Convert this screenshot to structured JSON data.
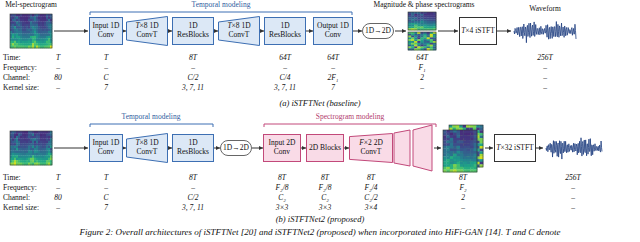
{
  "diagram": {
    "caption": "Figure 2: Overall architectures of iSTFTNet [20] and iSTFTNet2 (proposed) when incorporated into HiFi-GAN [14]. T and C denote",
    "nodes": [
      {
        "text": [
          "Input 1D Conv"
        ]
      },
      {
        "text": [
          "T×8 1D ConvT"
        ]
      },
      {
        "text": [
          "1D ResBlocks"
        ]
      },
      {
        "text": [
          "T×8 1D ConvT"
        ]
      },
      {
        "text": [
          "1D ResBlocks"
        ]
      },
      {
        "text": [
          "Output 1D Conv"
        ]
      },
      {
        "text": [
          "1D→2D"
        ]
      },
      {
        "text": [
          "T×4 iSTFT"
        ]
      },
      {
        "text": [
          "Input 1D Conv"
        ]
      },
      {
        "text": [
          "T×8 1D ConvT"
        ]
      },
      {
        "text": [
          "1D ResBlocks"
        ]
      },
      {
        "text": [
          "1D→2D"
        ]
      },
      {
        "text": [
          "Input 2D Conv"
        ]
      },
      {
        "text": [
          "2D Blocks"
        ]
      },
      {
        "text": [
          "F×2 2D ConvT"
        ]
      },
      {
        "text": [
          "T×32 iSTFT"
        ]
      }
    ],
    "edges": [
      {
        "from": 0,
        "to": 1,
        "arrow": "to"
      },
      {
        "from": 1,
        "to": 2,
        "arrow": "to"
      },
      {
        "from": 2,
        "to": 3,
        "arrow": "to"
      },
      {
        "from": 3,
        "to": 4,
        "arrow": "to"
      },
      {
        "from": 4,
        "to": 5,
        "arrow": "to"
      },
      {
        "from": 5,
        "to": 6,
        "arrow": "to"
      },
      {
        "from": 8,
        "to": 9,
        "arrow": "to"
      },
      {
        "from": 9,
        "to": 10,
        "arrow": "to"
      },
      {
        "from": 10,
        "to": 11,
        "arrow": "to"
      },
      {
        "from": 11,
        "to": 12,
        "arrow": "to"
      },
      {
        "from": 12,
        "to": 13,
        "arrow": "to"
      },
      {
        "from": 13,
        "to": 14,
        "arrow": "to"
      }
    ],
    "labels": [
      "Mel-spectrogram",
      "Temporal modeling",
      "Magnitude & phase spectrograms",
      "Waveform",
      "Time:",
      "Frequency:",
      "Channel:",
      "Kernel size:",
      "T",
      "–",
      "80",
      "–",
      "T",
      "–",
      "C",
      "7",
      "8T",
      "–",
      "C/2",
      "3, 7, 11",
      "64T",
      "–",
      "C/4",
      "3, 7, 11",
      "64T",
      "–",
      "2F₁",
      "7",
      "64T",
      "F₁",
      "2",
      "–",
      "256T",
      "–",
      "–",
      "–",
      "(a) iSTFTNet (baseline)",
      "Temporal modeling",
      "Spectrogram modeling",
      "Time:",
      "Frequency:",
      "Channel:",
      "Kernel size:",
      "T",
      "–",
      "80",
      "–",
      "T",
      "–",
      "C",
      "7",
      "8T",
      "–",
      "C/2",
      "3, 7, 11",
      "8T",
      "F₂/8",
      "C₂",
      "3×3",
      "8T",
      "F₂/8",
      "C₂",
      "3×3",
      "8T",
      "F₂/4",
      "C₂/2",
      "3×4",
      "8T",
      "F₂",
      "2",
      "–",
      "256T",
      "–",
      "–",
      "–",
      "(b) iSTFTNet2 (proposed)"
    ]
  }
}
